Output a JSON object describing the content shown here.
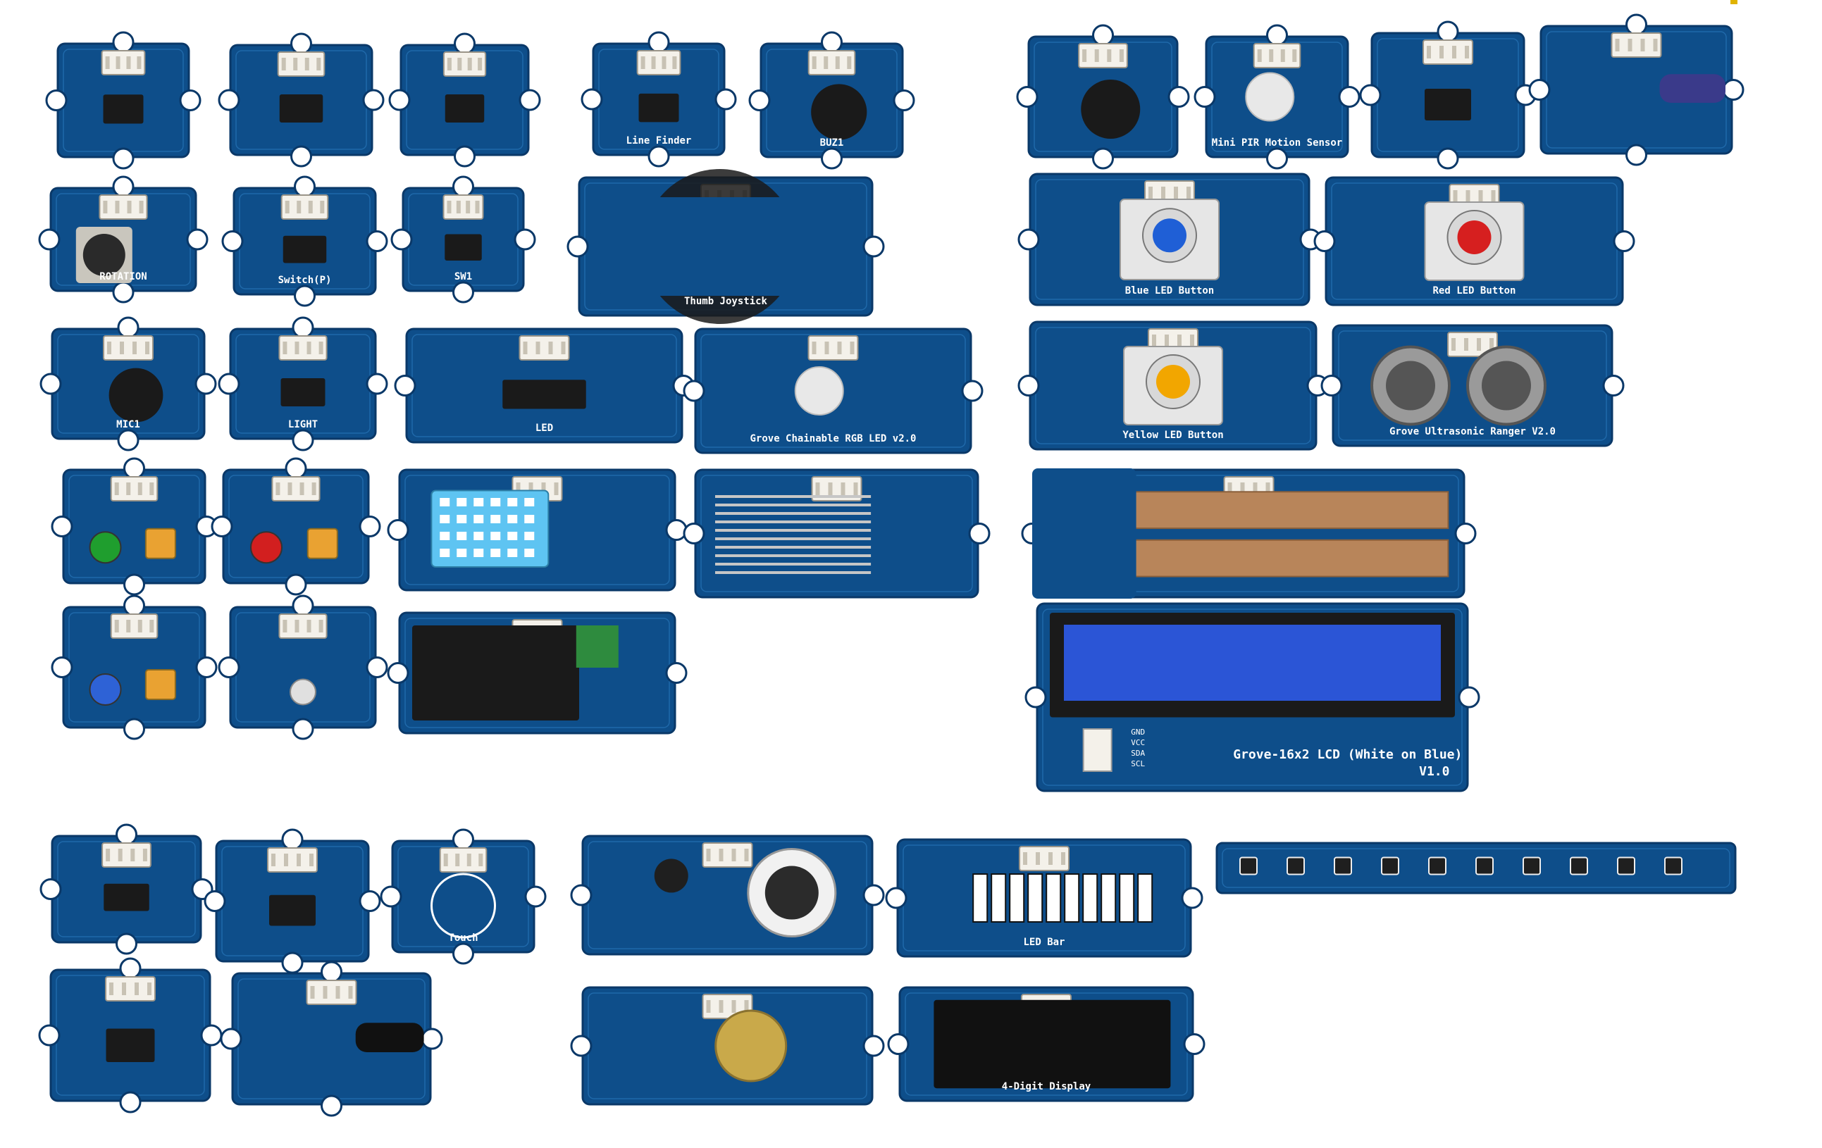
{
  "image": {
    "background": "#ffffff",
    "board_color": "#0e4e8a",
    "board_color_light": "#1f6aa8",
    "silk_color": "#ffffff",
    "accent": "#e0b300"
  },
  "modules": [
    {
      "id": "m01",
      "icon": "grove-connector-board"
    },
    {
      "id": "m02",
      "icon": "grove-connector-board"
    },
    {
      "id": "m03",
      "icon": "grove-connector-board"
    },
    {
      "id": "m04",
      "label": "Line Finder",
      "icon": "line-finder-board"
    },
    {
      "id": "m05",
      "label": "BUZ1",
      "icon": "buzzer-board"
    },
    {
      "id": "m06",
      "label": "ROTATION",
      "icon": "rotary-angle-board"
    },
    {
      "id": "m07",
      "label": "Switch(P)",
      "icon": "switch-board"
    },
    {
      "id": "m08",
      "label": "SW1",
      "icon": "button-board"
    },
    {
      "id": "m09",
      "label": "Thumb Joystick",
      "icon": "joystick-board"
    },
    {
      "id": "m10",
      "label": "MIC1",
      "icon": "sound-sensor-board"
    },
    {
      "id": "m11",
      "label": "LIGHT",
      "icon": "light-sensor-board"
    },
    {
      "id": "m12",
      "label": "LED",
      "icon": "tilt-board"
    },
    {
      "id": "m13",
      "label": "Grove Chainable RGB LED v2.0",
      "icon": "chainable-led-board"
    },
    {
      "id": "m14",
      "icon": "led-socket-board",
      "led_color": "#1f9e2e"
    },
    {
      "id": "m15",
      "icon": "led-socket-board",
      "led_color": "#d21f1f"
    },
    {
      "id": "m16",
      "icon": "temp-humidity-board"
    },
    {
      "id": "m17",
      "icon": "water-sensor-board"
    },
    {
      "id": "m18",
      "icon": "led-socket-board",
      "led_color": "#2e62d6"
    },
    {
      "id": "m19",
      "icon": "ir-emitter-board"
    },
    {
      "id": "m20",
      "icon": "relay-board"
    },
    {
      "id": "m21",
      "icon": "vibration-board"
    },
    {
      "id": "m22",
      "icon": "gas-sensor-board"
    },
    {
      "id": "m23",
      "label": "Touch",
      "icon": "touch-board"
    },
    {
      "id": "m24",
      "icon": "speaker-board"
    },
    {
      "id": "m25",
      "label": "LED Bar",
      "icon": "led-bar-board"
    },
    {
      "id": "m26",
      "icon": "rgb-strip-board"
    },
    {
      "id": "m27",
      "icon": "ultrasonic-small-board"
    },
    {
      "id": "m28",
      "icon": "flame-sensor-board"
    },
    {
      "id": "m29",
      "icon": "rtc-board"
    },
    {
      "id": "m30",
      "label": "4-Digit Display",
      "icon": "four-digit-display-board"
    },
    {
      "id": "m31",
      "icon": "sound-sensor-board"
    },
    {
      "id": "m32",
      "label": "Mini PIR Motion Sensor",
      "icon": "pir-board"
    },
    {
      "id": "m33",
      "icon": "grove-connector-board"
    },
    {
      "id": "m34",
      "icon": "ir-led-board"
    },
    {
      "id": "m35",
      "label": "Blue LED Button",
      "icon": "led-button-board",
      "led_color": "#1f5fd6"
    },
    {
      "id": "m36",
      "label": "Red LED Button",
      "icon": "led-button-board",
      "led_color": "#d61f1f"
    },
    {
      "id": "m37",
      "label": "Yellow LED Button",
      "icon": "led-button-board",
      "led_color": "#f2a600"
    },
    {
      "id": "m38",
      "label": "Grove Ultrasonic Ranger V2.0",
      "icon": "ultrasonic-ranger-board"
    },
    {
      "id": "m39",
      "icon": "moisture-sensor-board"
    },
    {
      "id": "m40",
      "label": "Grove-16x2 LCD (White on Blue)",
      "sublabel": "V1.0",
      "icon": "lcd-board",
      "pins": [
        "GND",
        "VCC",
        "SDA",
        "SCL"
      ]
    }
  ]
}
